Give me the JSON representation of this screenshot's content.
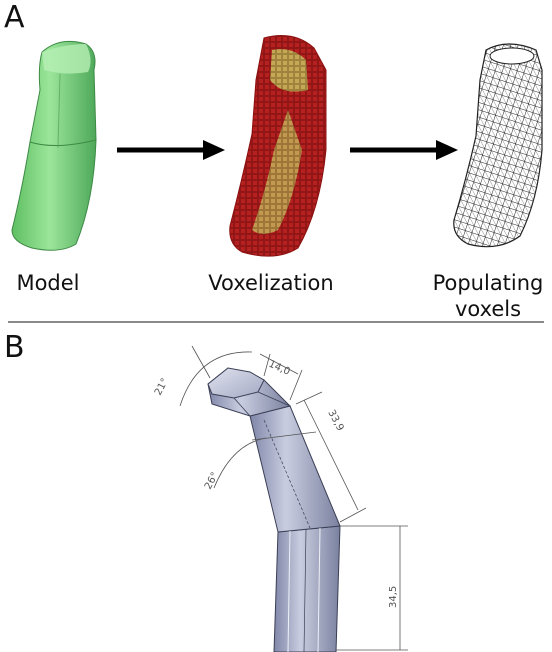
{
  "panel_a": {
    "letter": "A",
    "steps": [
      {
        "label": "Model"
      },
      {
        "label": "Voxelization"
      },
      {
        "label_line1": "Populating",
        "label_line2": "voxels"
      }
    ]
  },
  "panel_b": {
    "letter": "B",
    "dimensions": {
      "angle_top": "21°",
      "length_top": "14,0",
      "length_mid": "33,9",
      "angle_mid": "26°",
      "length_bottom": "34,5"
    }
  },
  "colors": {
    "model_green": "#7ed67e",
    "voxel_red": "#b52020",
    "voxel_yellow": "#c8c060",
    "mesh_gray": "#9aa0b8"
  }
}
